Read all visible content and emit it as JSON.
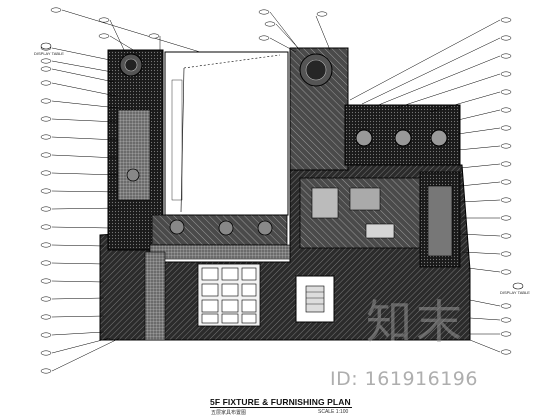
{
  "drawing": {
    "title": "5F FIXTURE & FURNISHING PLAN",
    "subtitle": "五层家具布置图",
    "scale": "SCALE 1:100",
    "display_table_label_left": "DISPLAY TABLE",
    "display_table_label_right": "DISPLAY TABLE"
  },
  "watermark": {
    "logo_text": "知末",
    "id_text": "ID: 161916196"
  },
  "callouts": {
    "left_count": 20,
    "top_count": 8,
    "right_count": 19
  }
}
